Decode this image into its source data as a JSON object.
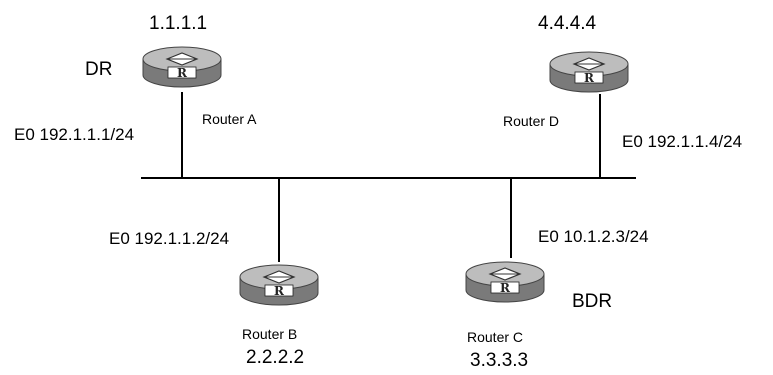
{
  "routers": [
    {
      "id": "a",
      "name": "Router A",
      "router_id": "1.1.1.1",
      "role": "DR",
      "interface": "E0 192.1.1.1/24"
    },
    {
      "id": "b",
      "name": "Router B",
      "router_id": "2.2.2.2",
      "role": "",
      "interface": "E0 192.1.1.2/24"
    },
    {
      "id": "c",
      "name": "Router C",
      "router_id": "3.3.3.3",
      "role": "BDR",
      "interface": "E0 10.1.2.3/24"
    },
    {
      "id": "d",
      "name": "Router D",
      "router_id": "4.4.4.4",
      "role": "",
      "interface": "E0 192.1.1.4/24"
    }
  ],
  "router_glyph": "R",
  "icon": "router-icon",
  "colors": {
    "router_top": "#bdbdbd",
    "router_body": "#7a7a7a",
    "line": "#000000"
  }
}
